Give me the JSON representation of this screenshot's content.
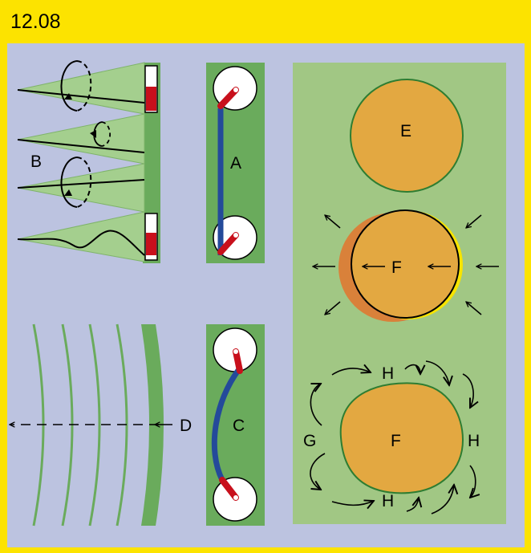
{
  "header": {
    "figure_number": "12.08"
  },
  "labels": {
    "a": "A",
    "b": "B",
    "c": "C",
    "d": "D",
    "e": "E",
    "f_top": "F",
    "f_bottom": "F",
    "g": "G",
    "h_top": "H",
    "h_right": "H",
    "h_bottom": "H"
  },
  "colors": {
    "frame": "#fce300",
    "background": "#bcc3e0",
    "panel_light_green": "#a1c784",
    "strip_green": "#6aab5c",
    "cone_green": "#a4cf8e",
    "cell_orange": "#e3a841",
    "cell_outline": "#2e7d32",
    "shadow_orange": "#d9813a",
    "highlight_yellow": "#f7e400",
    "tube_red": "#c8101c",
    "fiber_blue": "#244a9a"
  }
}
